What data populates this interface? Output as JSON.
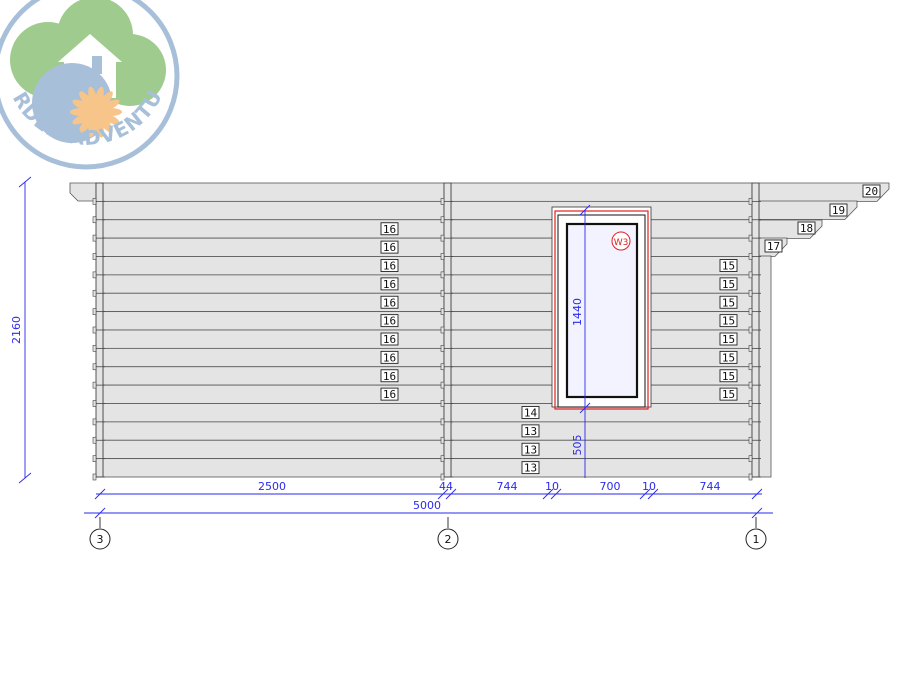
{
  "logo": {
    "text": "GARDEN ADVENTURE"
  },
  "colors": {
    "dimension": "#2a2aee",
    "window_frame": "#e02020",
    "logo_green": "#9fcb8e",
    "logo_blue": "#a7bfd9",
    "logo_orange": "#f7c489"
  },
  "window": {
    "label": "W3"
  },
  "log_tags": {
    "left": [
      "16",
      "16",
      "16",
      "16",
      "16",
      "16",
      "16",
      "16",
      "16",
      "16"
    ],
    "middle": [
      "14",
      "13",
      "13",
      "13"
    ],
    "right": [
      "15",
      "15",
      "15",
      "15",
      "15",
      "15",
      "15",
      "15"
    ],
    "gable": [
      "20",
      "19",
      "18",
      "17"
    ]
  },
  "dimensions": {
    "height_total": "2160",
    "window_height": "1440",
    "sill_height": "505",
    "segments": [
      "2500",
      "44",
      "744",
      "10",
      "700",
      "10",
      "744"
    ],
    "total_width": "5000"
  },
  "axes": [
    "3",
    "2",
    "1"
  ]
}
